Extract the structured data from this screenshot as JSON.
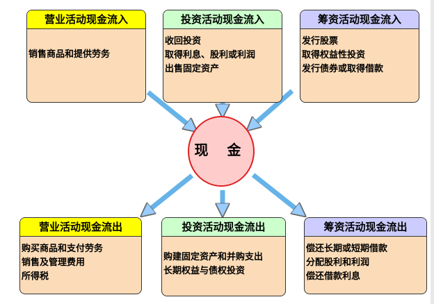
{
  "center": {
    "label": "现 金"
  },
  "inflows": [
    {
      "title": "营业活动现金流入",
      "items": [
        "销售商品和提供劳务"
      ],
      "color": "#ffff00"
    },
    {
      "title": "投资活动现金流入",
      "items": [
        "收回投资",
        "取得利息、股利或利润",
        "出售固定资产"
      ],
      "color": "#ccffcc"
    },
    {
      "title": "筹资活动现金流入",
      "items": [
        "发行股票",
        "取得权益性投资",
        "发行债券或取得借款"
      ],
      "color": "#ccccff"
    }
  ],
  "outflows": [
    {
      "title": "营业活动现金流出",
      "items": [
        "购买商品和支付劳务",
        "销售及管理费用",
        "所得税"
      ],
      "color": "#ffff00"
    },
    {
      "title": "投资活动现金流出",
      "items": [
        "购建固定资产和并购支出",
        "长期权益与债权投资"
      ],
      "color": "#ccffcc"
    },
    {
      "title": "筹资活动现金流出",
      "items": [
        "偿还长期或短期借款",
        "分配股利和利润",
        "偿还借款利息"
      ],
      "color": "#ccccff"
    }
  ]
}
